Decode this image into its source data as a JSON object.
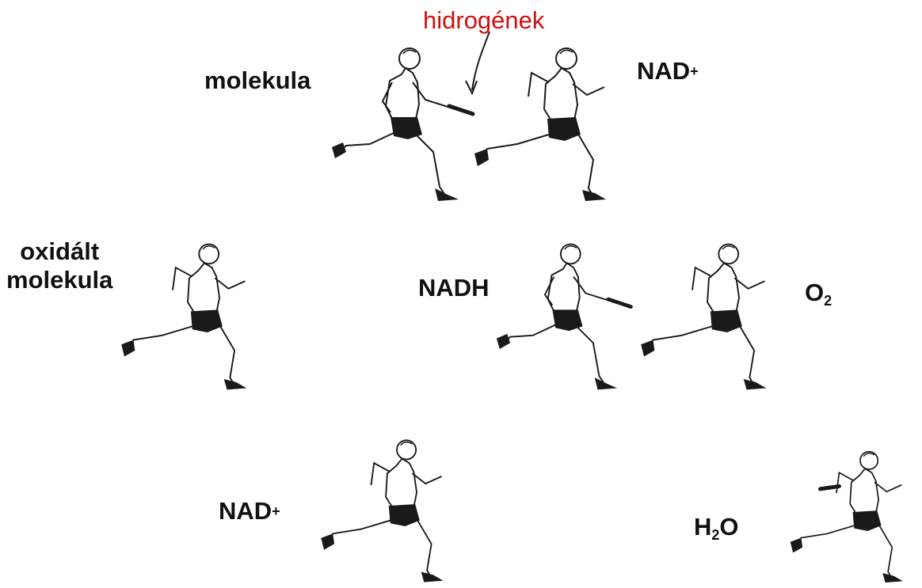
{
  "labels": {
    "hydrogens": "hidrogének",
    "molecule": "molekula",
    "nad_top_base": "NAD",
    "nad_top_sup": "+",
    "oxidized_line1": "oxidált",
    "oxidized_line2": "molekula",
    "nadh": "NADH",
    "o2_base": "O",
    "o2_sub": "2",
    "nad_bottom_base": "NAD",
    "nad_bottom_sup": "+",
    "h2o_h": "H",
    "h2o_sub": "2",
    "h2o_o": "O"
  },
  "colors": {
    "label": "#111111",
    "highlight": "#cc1111",
    "ink": "#1a1a1a"
  }
}
